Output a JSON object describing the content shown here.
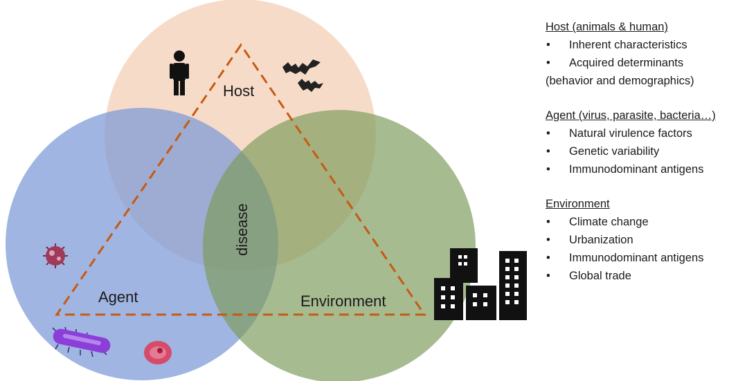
{
  "diagram": {
    "labels": {
      "host": "Host",
      "agent": "Agent",
      "environment": "Environment",
      "center": "disease"
    },
    "colors": {
      "host_circle": "#f6d7c3",
      "agent_circle": "#7c98d6",
      "environment_circle": "#7e9b5c",
      "triangle": "#c55a11",
      "icon_dark": "#111111",
      "virus": "#a0395a",
      "bacterium": "#8b3fd8",
      "protozoa": "#d64b6a"
    },
    "icons": [
      "person-icon",
      "bat-icon",
      "virus-icon",
      "bacterium-icon",
      "protozoa-icon",
      "city-buildings-icon"
    ]
  },
  "legend": {
    "host": {
      "title": "Host (animals & human)",
      "items": [
        "Inherent characteristics",
        "Acquired determinants"
      ],
      "note": "(behavior and demographics)"
    },
    "agent": {
      "title": "Agent (virus, parasite, bacteria…)",
      "items": [
        "Natural virulence factors",
        "Genetic variability",
        "Immunodominant antigens"
      ]
    },
    "environment": {
      "title": "Environment",
      "items": [
        "Climate change",
        "Urbanization",
        "Immunodominant antigens",
        "Global trade"
      ]
    }
  }
}
